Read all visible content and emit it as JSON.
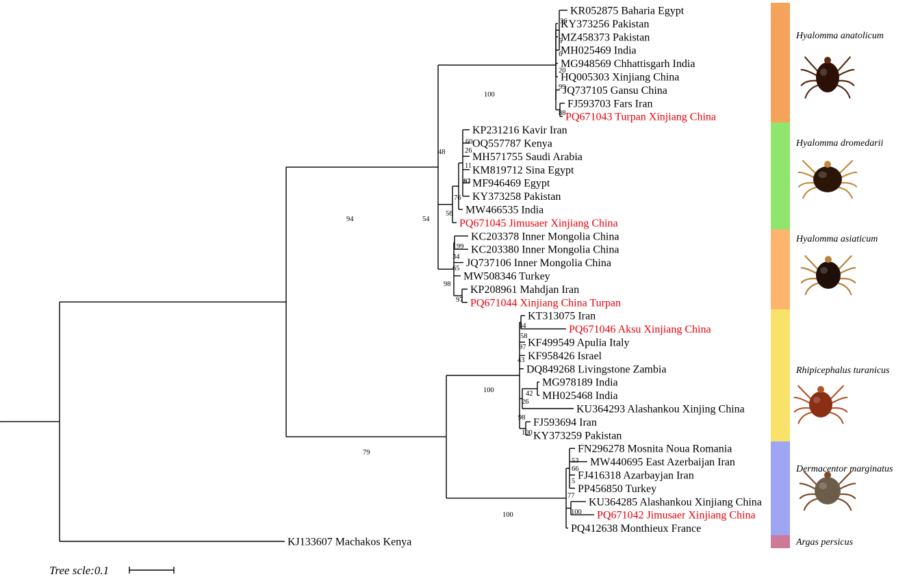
{
  "tree": {
    "scale_label": "Tree scle:0.1",
    "highlight_color": "#e8000b",
    "tips": [
      {
        "id": "t1",
        "label": "KR052875 Baharia Egypt"
      },
      {
        "id": "t2",
        "label": "KY373256 Pakistan"
      },
      {
        "id": "t3",
        "label": "MZ458373 Pakistan"
      },
      {
        "id": "t4",
        "label": "MH025469 India"
      },
      {
        "id": "t5",
        "label": "MG948569 Chhattisgarh India"
      },
      {
        "id": "t6",
        "label": "HQ005303 Xinjiang China"
      },
      {
        "id": "t7",
        "label": "JQ737105 Gansu China"
      },
      {
        "id": "t8",
        "label": "FJ593703 Fars Iran"
      },
      {
        "id": "t9",
        "label": "PQ671043 Turpan Xinjiang China",
        "highlight": true
      },
      {
        "id": "t10",
        "label": "KP231216 Kavir Iran"
      },
      {
        "id": "t11",
        "label": "OQ557787 Kenya"
      },
      {
        "id": "t12",
        "label": "MH571755 Saudi Arabia"
      },
      {
        "id": "t13",
        "label": "KM819712 Sina Egypt"
      },
      {
        "id": "t14",
        "label": "MF946469 Egypt"
      },
      {
        "id": "t15",
        "label": "KY373258 Pakistan"
      },
      {
        "id": "t16",
        "label": "MW466535 India"
      },
      {
        "id": "t17",
        "label": "PQ671045 Jimusaer Xinjiang China",
        "highlight": true
      },
      {
        "id": "t18",
        "label": "KC203378 Inner Mongolia China"
      },
      {
        "id": "t19",
        "label": "KC203380 Inner Mongolia China"
      },
      {
        "id": "t20",
        "label": "JQ737106 Inner Mongolia China"
      },
      {
        "id": "t21",
        "label": "MW508346 Turkey"
      },
      {
        "id": "t22",
        "label": "KP208961 Mahdjan Iran"
      },
      {
        "id": "t23",
        "label": "PQ671044 Xinjiang China Turpan",
        "highlight": true
      },
      {
        "id": "t24",
        "label": "KT313075 Iran"
      },
      {
        "id": "t25",
        "label": "PQ671046 Aksu Xinjiang China",
        "highlight": true
      },
      {
        "id": "t26",
        "label": "KF499549 Apulia Italy"
      },
      {
        "id": "t27",
        "label": "KF958426 Israel"
      },
      {
        "id": "t28",
        "label": "DQ849268 Livingstone Zambia"
      },
      {
        "id": "t29",
        "label": "MG978189 India"
      },
      {
        "id": "t30",
        "label": "MH025468 India"
      },
      {
        "id": "t31",
        "label": "KU364293 Alashankou Xinjing China"
      },
      {
        "id": "t32",
        "label": "FJ593694 Iran"
      },
      {
        "id": "t33",
        "label": "KY373259 Pakistan"
      },
      {
        "id": "t34",
        "label": "FN296278 Mosnita Noua Romania"
      },
      {
        "id": "t35",
        "label": "MW440695 East Azerbaijan Iran"
      },
      {
        "id": "t36",
        "label": "FJ416318 Azarbayjan Iran"
      },
      {
        "id": "t37",
        "label": "PP456850 Turkey"
      },
      {
        "id": "t38",
        "label": "KU364285 Alashankou Xinjiang China"
      },
      {
        "id": "t39",
        "label": "PQ671042 Jimusaer Xinjiang China",
        "highlight": true
      },
      {
        "id": "t40",
        "label": "PQ412638 Monthieux France"
      },
      {
        "id": "t41",
        "label": "KJ133607 Machakos Kenya"
      }
    ],
    "support_values": [
      "36",
      "5",
      "6",
      "20",
      "99",
      "88",
      "100",
      "60",
      "26",
      "11",
      "87",
      "93",
      "76",
      "56",
      "48",
      "99",
      "34",
      "65",
      "98",
      "97",
      "54",
      "94",
      "34",
      "58",
      "97",
      "43",
      "100",
      "42",
      "26",
      "98",
      "100",
      "79",
      "53",
      "66",
      "5",
      "77",
      "100",
      "100"
    ],
    "clades": [
      {
        "name": "Hyalomma anatolicum",
        "color": "#f5a35a"
      },
      {
        "name": "Hyalomma dromedarii",
        "color": "#8fe56d"
      },
      {
        "name": "Hyalomma asiaticum",
        "color": "#fdb56e"
      },
      {
        "name": "Rhipicephalus turanicus",
        "color": "#f8e26a"
      },
      {
        "name": "Dermacentor marginatus",
        "color": "#9ea5f3"
      },
      {
        "name": "Argas persicus",
        "color": "#cc7a97"
      }
    ]
  }
}
